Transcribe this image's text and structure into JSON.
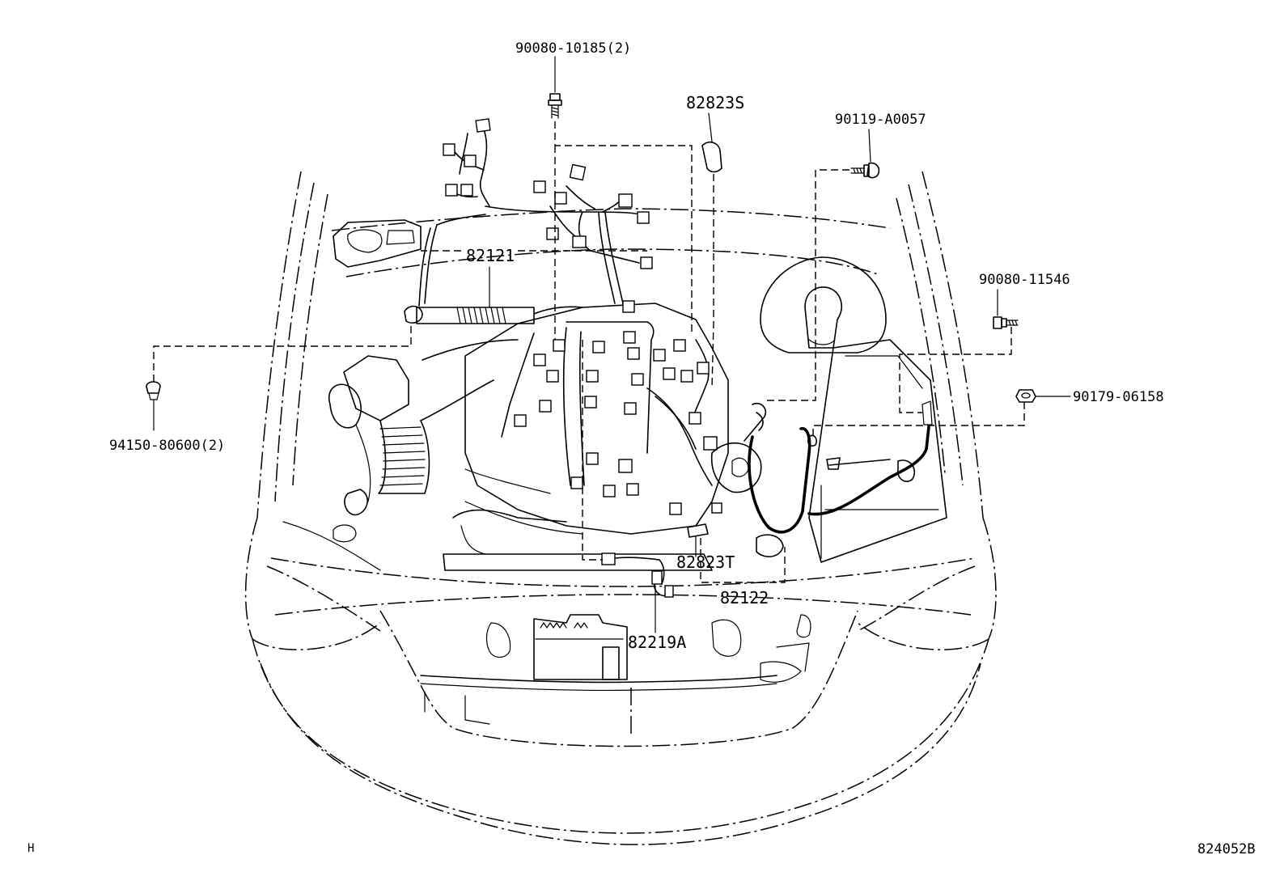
{
  "diagram": {
    "callouts": {
      "bolt_top": "90080-10185(2)",
      "connector_upper": "82823S",
      "bolt_right_upper": "90119-A0057",
      "bolt_right": "90080-11546",
      "nut_right": "90179-06158",
      "clip_left": "94150-80600(2)",
      "harness_engine": "82121",
      "connector_lower": "82823T",
      "harness_battery": "82122",
      "wire_sub": "82219A"
    },
    "corner_left": "H",
    "figure_code": "824052B"
  }
}
